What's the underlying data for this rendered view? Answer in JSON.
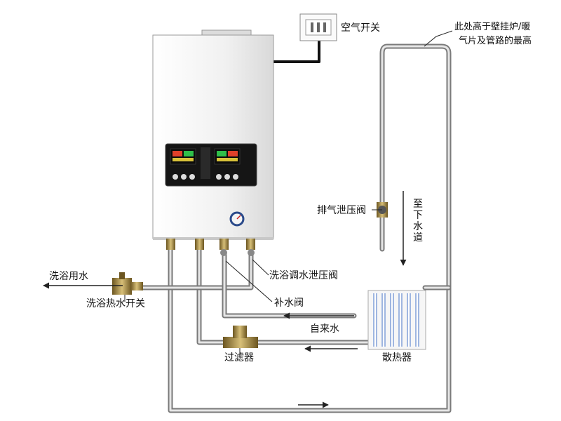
{
  "labels": {
    "air_switch": "空气开关",
    "high_point_note_line1": "此处高于壁挂炉/暖",
    "high_point_note_line2": "气片及管路的最高",
    "exhaust_relief_valve": "排气泄压阀",
    "to_sewer": "至下水道",
    "bath_water": "洗浴用水",
    "bath_hot_water_switch": "洗浴热水开关",
    "bath_regulating_relief_valve": "洗浴调水泄压阀",
    "makeup_valve": "补水阀",
    "tap_water": "自来水",
    "filter": "过滤器",
    "radiator": "散热器"
  },
  "colors": {
    "pipe": "#8a8a8a",
    "pipe_dark": "#555555",
    "boiler_body": "#f2f2f2",
    "panel": "#1a1a1a",
    "display_red": "#e0402a",
    "display_green": "#2fbf4a",
    "valve_brass": "#a88a3a",
    "radiator_blue": "#8fa8d8"
  }
}
